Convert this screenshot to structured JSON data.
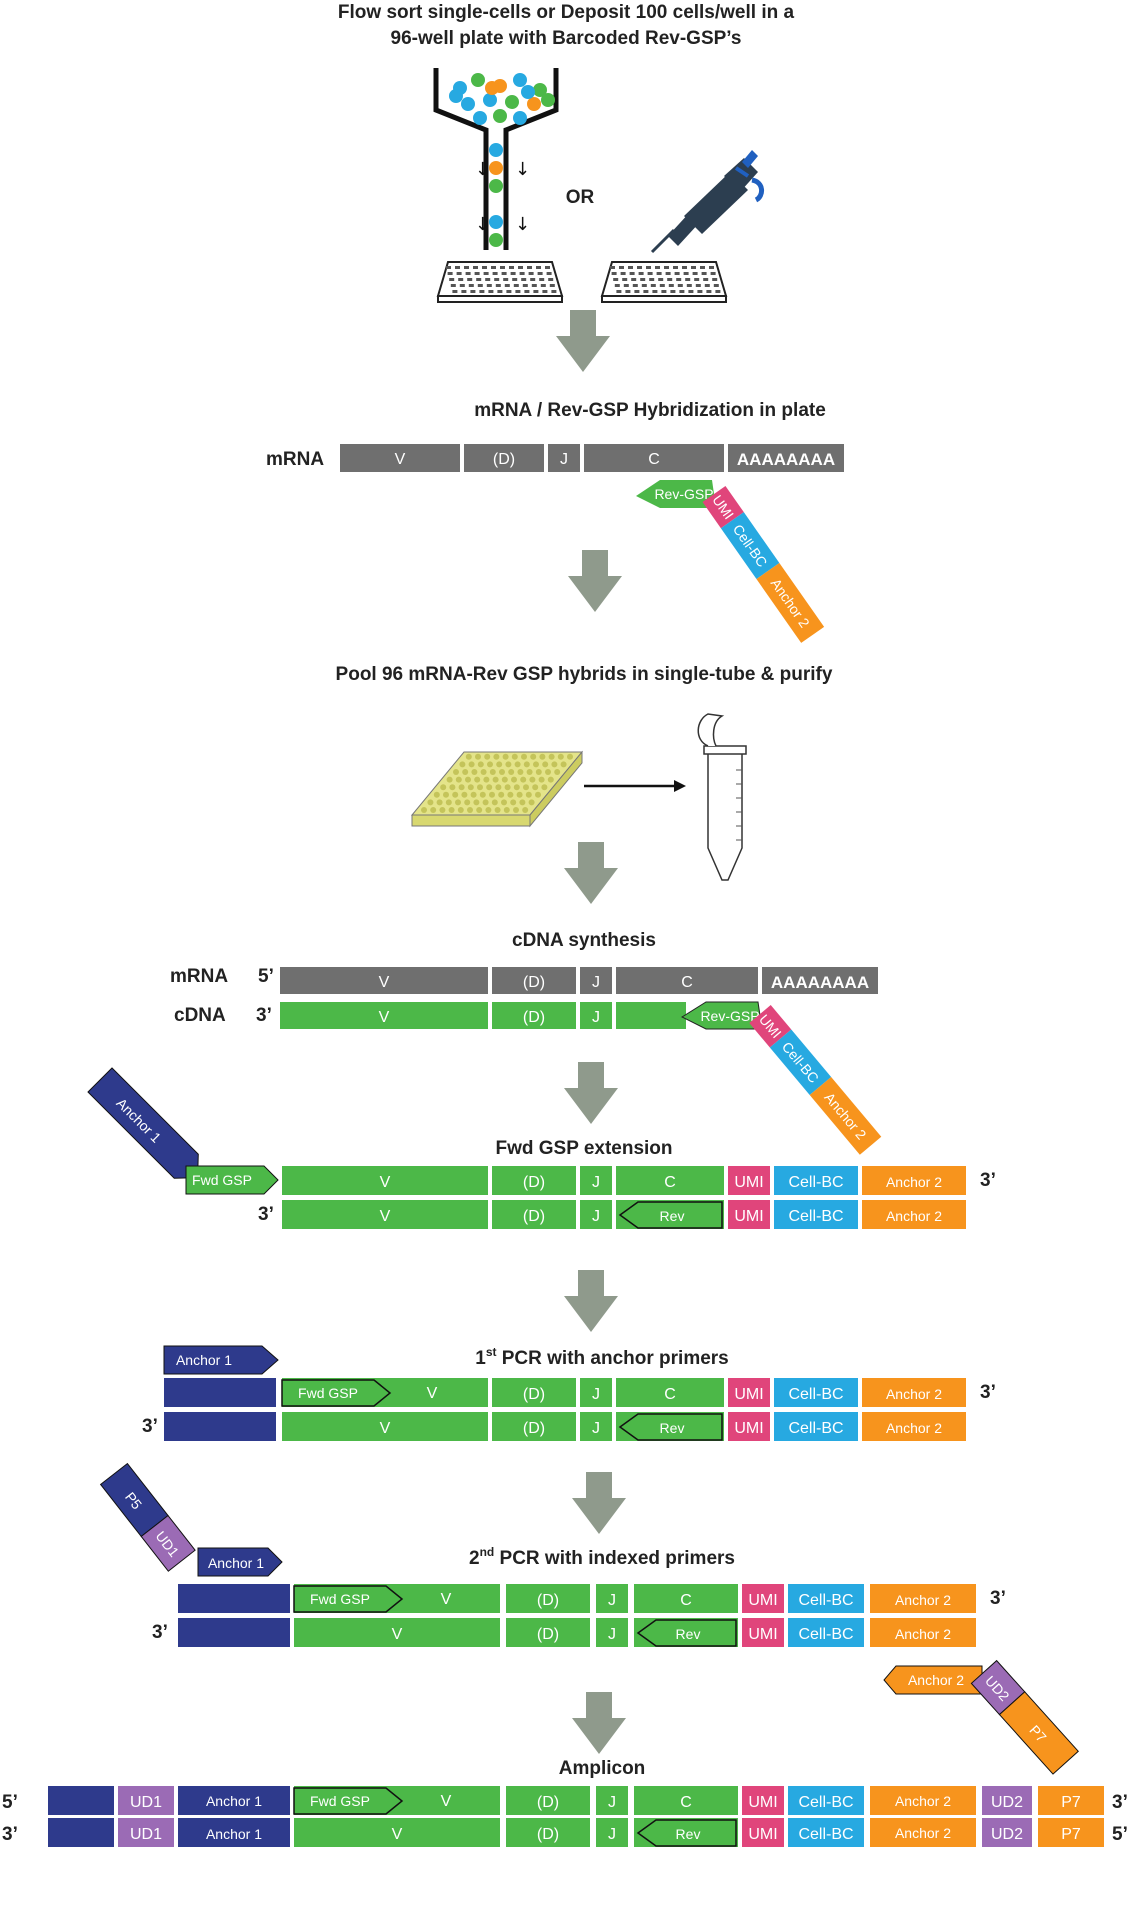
{
  "colors": {
    "grey": "#6f6f6f",
    "green": "#4cb848",
    "pink": "#e0457b",
    "blue": "#27a9e1",
    "orange": "#f7941d",
    "navy": "#2e3a8c",
    "purple": "#9b6bb5",
    "arrow": "#8f9a8c",
    "plate": "#e4e48a"
  },
  "step1": {
    "title_line1": "Flow sort single-cells or Deposit 100 cells/well in a",
    "title_line2": "96-well plate with Barcoded Rev-GSP’s",
    "or_label": "OR"
  },
  "step2": {
    "title": "mRNA / Rev-GSP Hybridization in plate",
    "row_label": "mRNA",
    "seg_v": "V",
    "seg_d": "(D)",
    "seg_j": "J",
    "seg_c": "C",
    "seg_polya": "AAAAAAAA",
    "primer_rev": "Rev-GSP",
    "primer_umi": "UMI",
    "primer_cellbc": "Cell-BC",
    "primer_anchor2": "Anchor 2"
  },
  "step3": {
    "title": "Pool 96 mRNA-Rev GSP hybrids in single-tube  & purify"
  },
  "step4": {
    "title": "cDNA synthesis",
    "label_mrna": "mRNA",
    "label_cdna": "cDNA",
    "end_5": "5’",
    "end_3": "3’",
    "seg_v": "V",
    "seg_d": "(D)",
    "seg_j": "J",
    "seg_c": "C",
    "seg_polya": "AAAAAAAA",
    "primer_rev": "Rev-GSP",
    "primer_umi": "UMI",
    "primer_cellbc": "Cell-BC",
    "primer_anchor2": "Anchor 2"
  },
  "step5": {
    "title": "Fwd GSP extension",
    "anchor1": "Anchor 1",
    "fwd_gsp": "Fwd GSP",
    "seg_v": "V",
    "seg_d": "(D)",
    "seg_j": "J",
    "seg_c": "C",
    "rev": "Rev",
    "umi": "UMI",
    "cellbc": "Cell-BC",
    "anchor2": "Anchor 2",
    "end_3": "3’"
  },
  "step6": {
    "title_pre": "1",
    "title_sup": "st",
    "title_post": " PCR with anchor primers",
    "anchor1": "Anchor 1",
    "fwd_gsp": "Fwd GSP",
    "seg_v": "V",
    "seg_d": "(D)",
    "seg_j": "J",
    "seg_c": "C",
    "rev": "Rev",
    "umi": "UMI",
    "cellbc": "Cell-BC",
    "anchor2": "Anchor 2",
    "end_3": "3’"
  },
  "step7": {
    "title_pre": "2",
    "title_sup": "nd",
    "title_post": " PCR with indexed primers",
    "p5": "P5",
    "ud1": "UD1",
    "anchor1": "Anchor 1",
    "fwd_gsp": "Fwd GSP",
    "seg_v": "V",
    "seg_d": "(D)",
    "seg_j": "J",
    "seg_c": "C",
    "rev": "Rev",
    "umi": "UMI",
    "cellbc": "Cell-BC",
    "anchor2": "Anchor 2",
    "ud2": "UD2",
    "p7": "P7",
    "end_3": "3’"
  },
  "step8": {
    "title": "Amplicon",
    "end_5": "5’",
    "end_3": "3’",
    "ud1": "UD1",
    "anchor1": "Anchor 1",
    "fwd_gsp": "Fwd GSP",
    "seg_v": "V",
    "seg_d": "(D)",
    "seg_j": "J",
    "seg_c": "C",
    "rev": "Rev",
    "umi": "UMI",
    "cellbc": "Cell-BC",
    "anchor2": "Anchor 2",
    "ud2": "UD2",
    "p7": "P7"
  }
}
